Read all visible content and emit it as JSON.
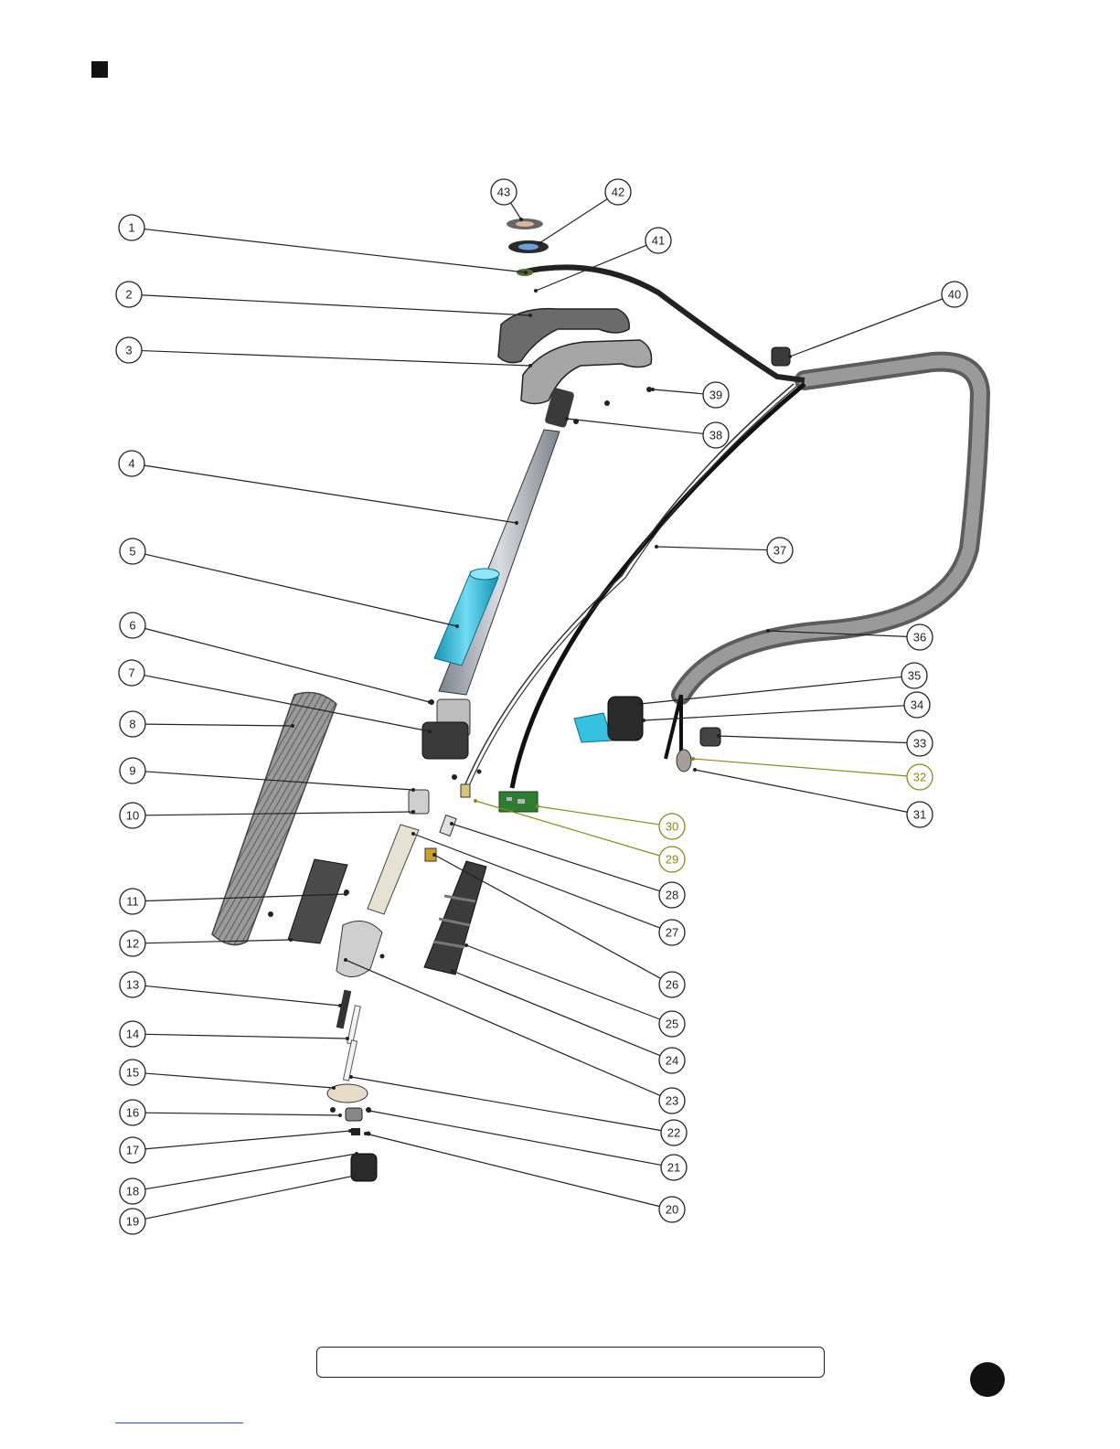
{
  "header": {
    "marker": "square-bullet"
  },
  "callouts": [
    {
      "n": "1"
    },
    {
      "n": "2"
    },
    {
      "n": "3"
    },
    {
      "n": "4"
    },
    {
      "n": "5"
    },
    {
      "n": "6"
    },
    {
      "n": "7"
    },
    {
      "n": "8"
    },
    {
      "n": "9"
    },
    {
      "n": "10"
    },
    {
      "n": "11"
    },
    {
      "n": "12"
    },
    {
      "n": "13"
    },
    {
      "n": "14"
    },
    {
      "n": "15"
    },
    {
      "n": "16"
    },
    {
      "n": "17"
    },
    {
      "n": "18"
    },
    {
      "n": "19"
    },
    {
      "n": "20"
    },
    {
      "n": "21"
    },
    {
      "n": "22"
    },
    {
      "n": "23"
    },
    {
      "n": "24"
    },
    {
      "n": "25"
    },
    {
      "n": "26"
    },
    {
      "n": "27"
    },
    {
      "n": "28"
    },
    {
      "n": "29",
      "highlight": true
    },
    {
      "n": "30",
      "highlight": true
    },
    {
      "n": "31"
    },
    {
      "n": "32",
      "highlight": true
    },
    {
      "n": "33"
    },
    {
      "n": "34"
    },
    {
      "n": "35"
    },
    {
      "n": "36"
    },
    {
      "n": "37"
    },
    {
      "n": "38"
    },
    {
      "n": "39"
    },
    {
      "n": "40"
    },
    {
      "n": "41"
    },
    {
      "n": "42"
    },
    {
      "n": "43"
    }
  ],
  "colors": {
    "line": "#222222",
    "highlight": "#8a8a1a",
    "tube": "#9aa0a8",
    "sleeve": "#2bb5d6",
    "mesh": "#7a7a7a",
    "hose": "#555555",
    "pcb": "#2e7d32"
  },
  "footer": {
    "page_marker": "filled-circle"
  }
}
